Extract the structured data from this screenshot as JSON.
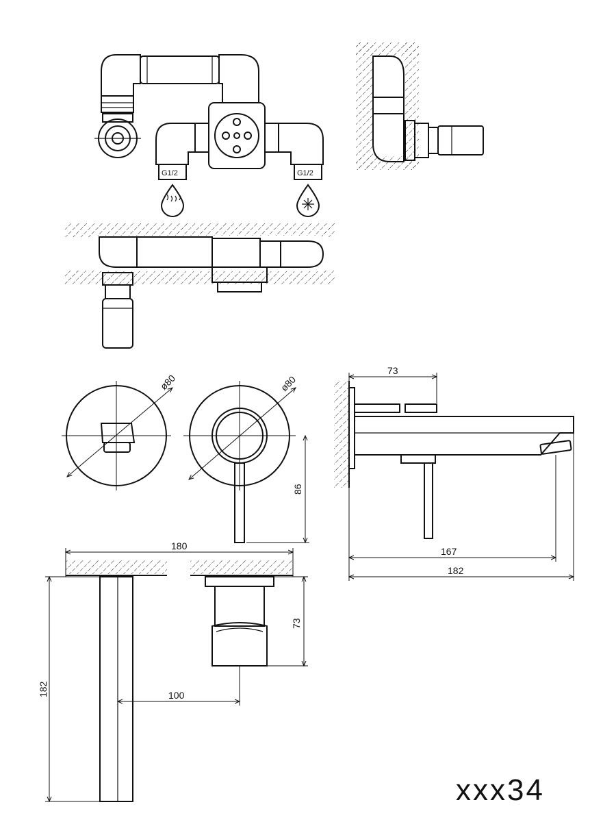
{
  "rough_in": {
    "inlet_hot_label": "G1/2",
    "inlet_cold_label": "G1/2",
    "hot_symbol": "hot-water-drop-icon",
    "cold_symbol": "cold-water-drop-icon"
  },
  "dimensions": {
    "rosette_diameter_left": "ø80",
    "rosette_diameter_right": "ø80",
    "lever_height": "86",
    "body_depth_side": "73",
    "spout_length": "167",
    "overall_length": "182",
    "plate_width": "180",
    "body_depth_bottom": "73",
    "spout_projection": "182",
    "axis_distance": "100"
  },
  "model_code": "xxx34"
}
